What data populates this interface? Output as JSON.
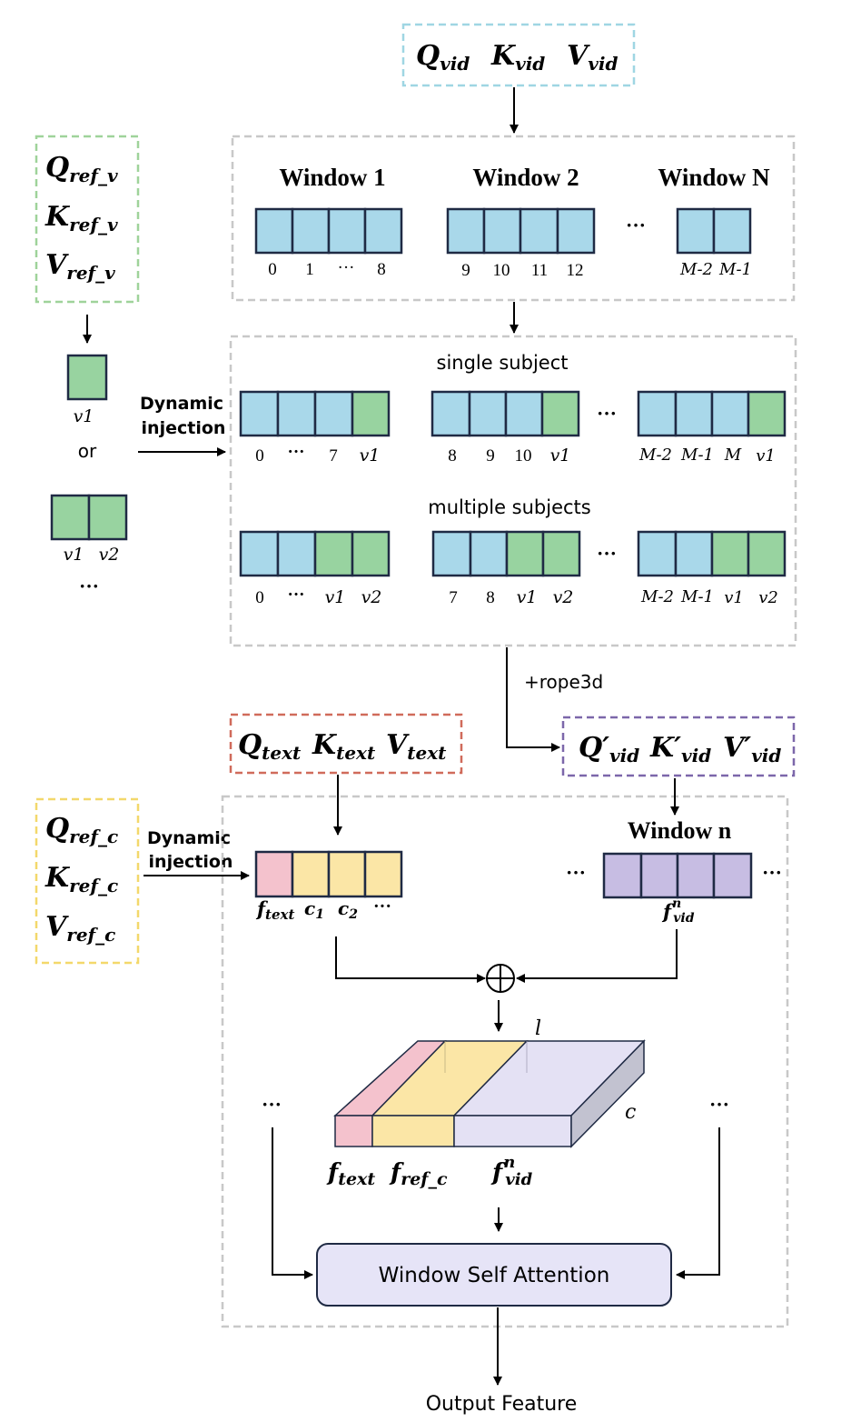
{
  "colors": {
    "video_blue": "#a9d8ea",
    "ref_green": "#98d3a0",
    "text_pink": "#f4c2cd",
    "ref_yellow": "#fbe6a6",
    "vid_purple": "#c7bde3",
    "box_gray": "#cccccc",
    "box_lightblue": "#9fd6e3",
    "box_green": "#9fd39a",
    "box_red": "#d06b5b",
    "box_purple": "#7c67aa",
    "box_yellow": "#f3d86b",
    "attention_fill": "#e6e4f7",
    "cell_stroke": "#1f2a44"
  },
  "top_qkv": {
    "Q": "Q",
    "K": "K",
    "V": "V",
    "sub": "vid"
  },
  "ref_v": {
    "Q": "Q",
    "K": "K",
    "V": "V",
    "sub": "ref_v"
  },
  "ref_c": {
    "Q": "Q",
    "K": "K",
    "V": "V",
    "sub": "ref_c"
  },
  "text_qkv": {
    "Q": "Q",
    "K": "K",
    "V": "V",
    "sub": "text"
  },
  "vid_prime": {
    "Q": "Q′",
    "K": "K′",
    "V": "V′",
    "sub": "vid"
  },
  "windows": {
    "w1": {
      "title": "Window 1",
      "labels": [
        "0",
        "1",
        "···",
        "8"
      ]
    },
    "w2": {
      "title": "Window 2",
      "labels": [
        "9",
        "10",
        "11",
        "12"
      ]
    },
    "wN": {
      "title": "Window N",
      "labels": [
        "M-2",
        "M-1"
      ]
    },
    "ellipsis": "···"
  },
  "single_subject": {
    "title": "single subject",
    "g1": [
      "0",
      "···",
      "7",
      "v1"
    ],
    "g2": [
      "8",
      "9",
      "10",
      "v1"
    ],
    "g3": [
      "M-2",
      "M-1",
      "M",
      "v1"
    ]
  },
  "multiple_subjects": {
    "title": "multiple subjects",
    "g1": [
      "0",
      "···",
      "v1",
      "v2"
    ],
    "g2": [
      "7",
      "8",
      "v1",
      "v2"
    ],
    "g3": [
      "M-2",
      "M-1",
      "v1",
      "v2"
    ]
  },
  "left": {
    "v1": "v1",
    "or": "or",
    "v1b": "v1",
    "v2": "v2",
    "ellipsis": "···"
  },
  "dynamic_injection": {
    "line1": "Dynamic",
    "line2": "injection"
  },
  "rope": "+rope3d",
  "window_n": "Window n",
  "seq_labels": {
    "f": "f",
    "ftext_sub": "text",
    "c1": "c",
    "c1_sub": "1",
    "c2": "c",
    "c2_sub": "2",
    "ellipsis": "···"
  },
  "fvid": {
    "f": "f",
    "sup": "n",
    "sub": "vid"
  },
  "cube": {
    "l": "l",
    "c": "c",
    "f_text": "f",
    "f_text_sub": "text",
    "f_ref": "f",
    "f_ref_sub": "ref_c",
    "f_vid": "f",
    "f_vid_sup": "n",
    "f_vid_sub": "vid"
  },
  "side_ellipsis": "···",
  "attention": "Window Self Attention",
  "output": "Output Feature"
}
